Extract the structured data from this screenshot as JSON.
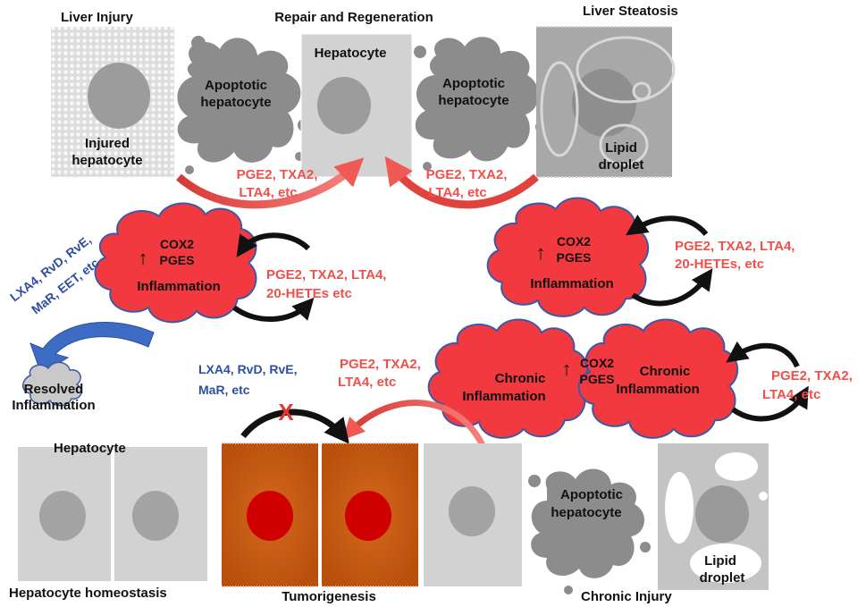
{
  "titles": {
    "liver_injury": "Liver Injury",
    "repair": "Repair and Regeneration",
    "steatosis": "Liver Steatosis",
    "homeostasis": "Hepatocyte homeostasis",
    "tumorigenesis": "Tumorigenesis",
    "chronic_injury": "Chronic Injury"
  },
  "cells": {
    "injured_1": "Injured",
    "injured_2": "hepatocyte",
    "apoptotic_1": "Apoptotic",
    "apoptotic_2": "hepatocyte",
    "hepatocyte": "Hepatocyte",
    "lipid_1": "Lipid",
    "lipid_2": "droplet"
  },
  "clouds": {
    "cox2": "COX2",
    "pges": "PGES",
    "inflammation": "Inflammation",
    "chronic": "Chronic",
    "resolved_1": "Resolved",
    "resolved_2": "Inflammation"
  },
  "mediators": {
    "pro_short_1": "PGE2, TXA2,",
    "pro_short_2": "LTA4, etc",
    "pro_long_1": "PGE2, TXA2, LTA4,",
    "pro_long_2": "20-HETEs etc",
    "pro_long_2b": "20-HETEs, etc",
    "resolving_diag_1": "LXA4, RvD, RvE,",
    "resolving_diag_2": "MaR, EET, etc",
    "resolving_1": "LXA4, RvD, RvE,",
    "resolving_2": "MaR, etc",
    "block_mark": "X",
    "up_arrow": "↑"
  },
  "colors": {
    "cloud_fill": "#f2393f",
    "cloud_stroke": "#3a5aa8",
    "pro_text": "#f0504a",
    "resolving_text": "#2e4f9e",
    "tumor_cell": "#c55a11",
    "tumor_nucleus": "#d00000",
    "cell_grey": "#d2d2d2",
    "apoptotic_grey": "#8c8c8c",
    "arrow_blue": "#3d6cc4"
  }
}
